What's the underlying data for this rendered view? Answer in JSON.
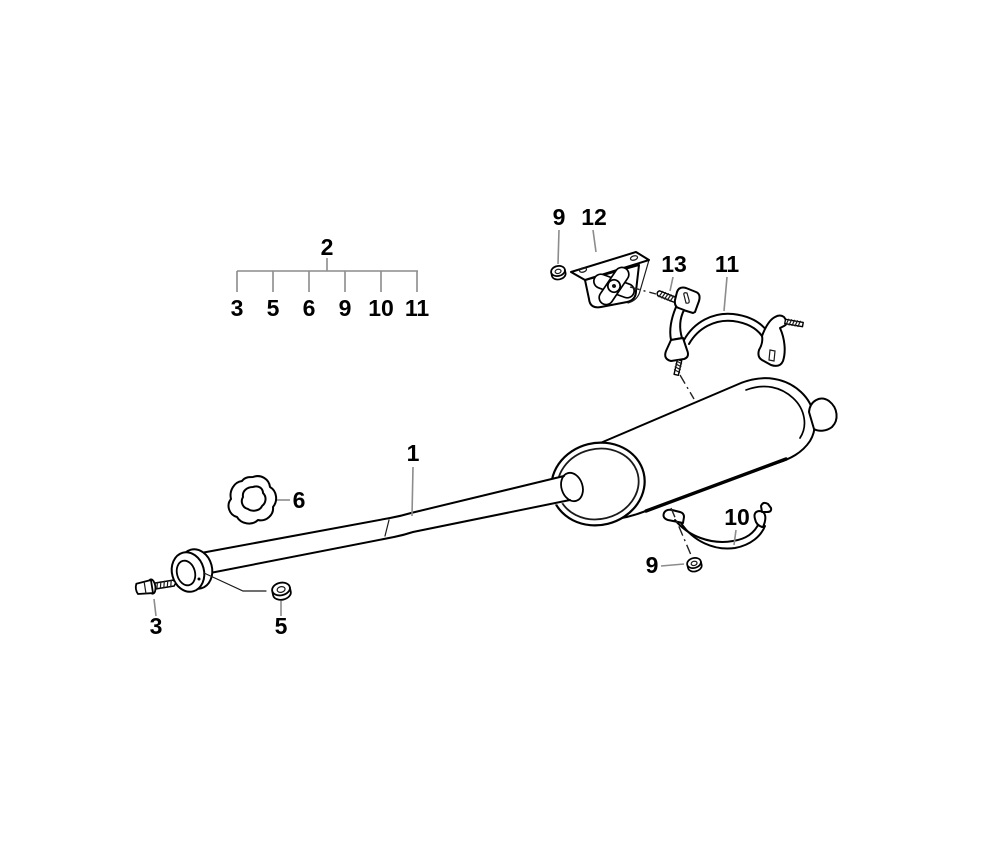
{
  "diagram": {
    "type": "exploded-parts-diagram",
    "subject": "rear-silencer-exhaust-system",
    "colors": {
      "background": "#ffffff",
      "line": "#000000",
      "leader": "#8c8c8c"
    },
    "callouts": {
      "group_parent": "2",
      "group_children": [
        "3",
        "5",
        "6",
        "9",
        "10",
        "11"
      ],
      "pipe": "1",
      "front_bolt": "3",
      "front_nut": "5",
      "gasket": "6",
      "bracket_nut": "9",
      "bracket": "12",
      "clamp_screw": "13",
      "upper_clamp": "11",
      "lower_strap": "10",
      "strap_nut": "9"
    }
  }
}
